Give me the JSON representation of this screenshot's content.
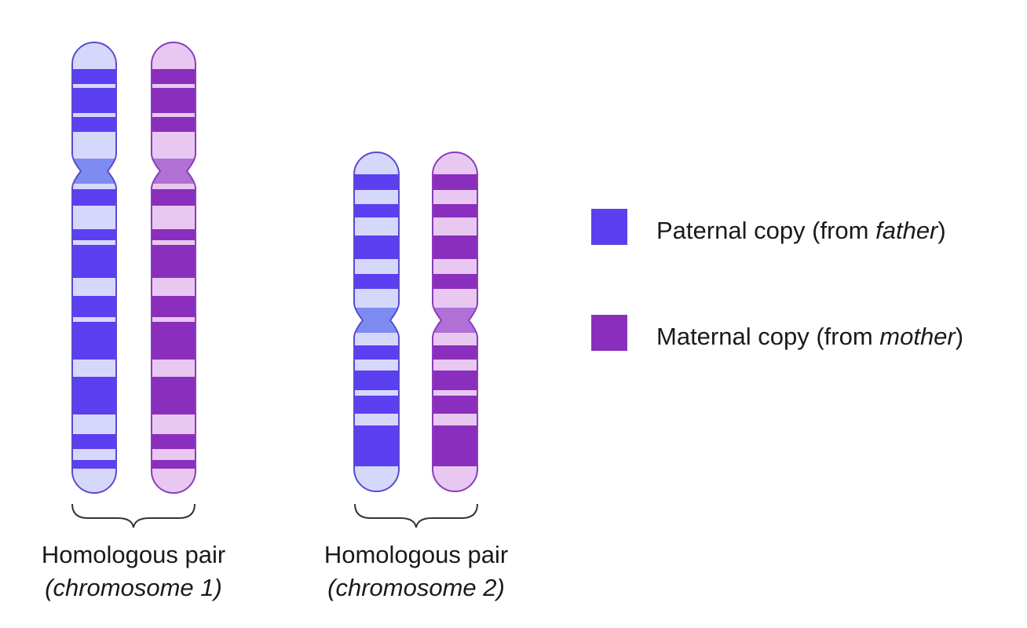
{
  "colors": {
    "paternal_dark": "#5b3ff0",
    "paternal_light": "#d6d8fb",
    "paternal_centromere": "#7e8cf2",
    "paternal_outline": "#5a4ad0",
    "maternal_dark": "#8a2ebd",
    "maternal_light": "#e8c8f0",
    "maternal_centromere": "#b070d6",
    "maternal_outline": "#8a3cbd"
  },
  "pairs": [
    {
      "label": "Homologous pair",
      "sublabel": "(chromosome 1)"
    },
    {
      "label": "Homologous pair",
      "sublabel": "(chromosome 2)"
    }
  ],
  "legend": {
    "paternal": {
      "prefix": "Paternal copy (from ",
      "emphasis": "father",
      "suffix": ")",
      "swatch_color": "#5b3ff0"
    },
    "maternal": {
      "prefix": "Maternal copy (from ",
      "emphasis": "mother",
      "suffix": ")",
      "swatch_color": "#8a2ebd"
    }
  }
}
